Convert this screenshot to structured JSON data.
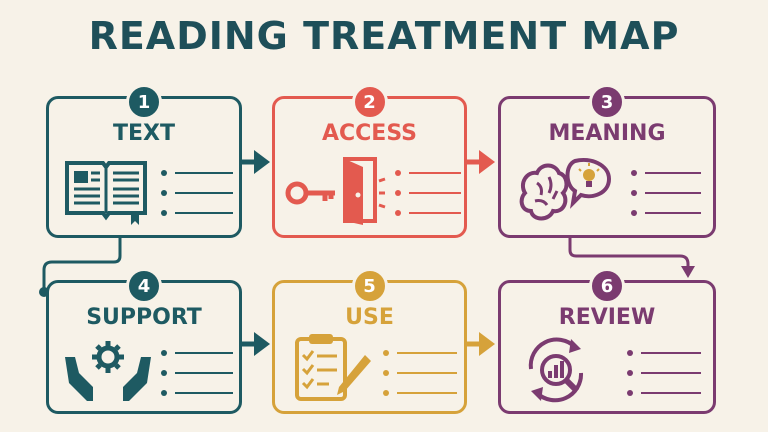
{
  "title": "READING TREATMENT MAP",
  "steps": [
    {
      "number": "1",
      "label": "TEXT",
      "color": "#1e5a62",
      "icon": "open-book-icon"
    },
    {
      "number": "2",
      "label": "ACCESS",
      "color": "#e35a4f",
      "icon": "key-door-icon"
    },
    {
      "number": "3",
      "label": "MEANING",
      "color": "#7b3b70",
      "icon": "brain-lightbulb-icon"
    },
    {
      "number": "4",
      "label": "SUPPORT",
      "color": "#1e5a62",
      "icon": "hands-gear-icon"
    },
    {
      "number": "5",
      "label": "USE",
      "color": "#d6a23a",
      "icon": "clipboard-checklist-icon"
    },
    {
      "number": "6",
      "label": "REVIEW",
      "color": "#7b3b70",
      "icon": "review-cycle-chart-icon"
    }
  ]
}
